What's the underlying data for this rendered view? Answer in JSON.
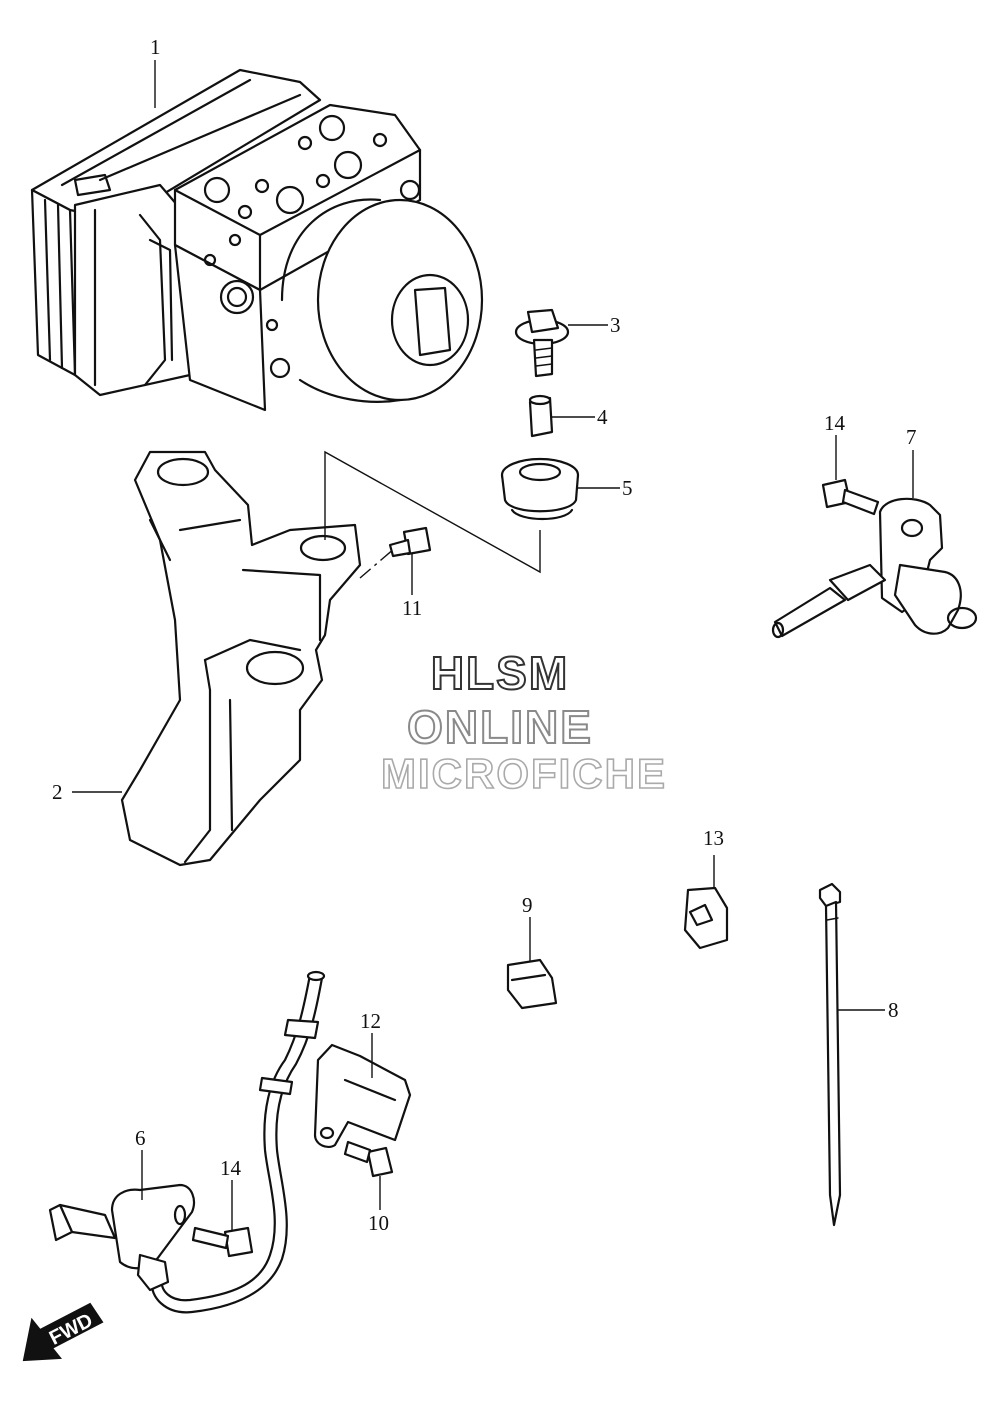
{
  "watermark": {
    "line1": "HLSM",
    "line2": "ONLINE",
    "line3": "MICROFICHE"
  },
  "direction_badge": {
    "label": "FWD",
    "icon": "arrow-down-left-icon"
  },
  "callouts": {
    "c1": "1",
    "c2": "2",
    "c3": "3",
    "c4": "4",
    "c5": "5",
    "c6": "6",
    "c7": "7",
    "c8": "8",
    "c9": "9",
    "c10": "10",
    "c11": "11",
    "c12": "12",
    "c13": "13",
    "c14a": "14",
    "c14b": "14"
  }
}
